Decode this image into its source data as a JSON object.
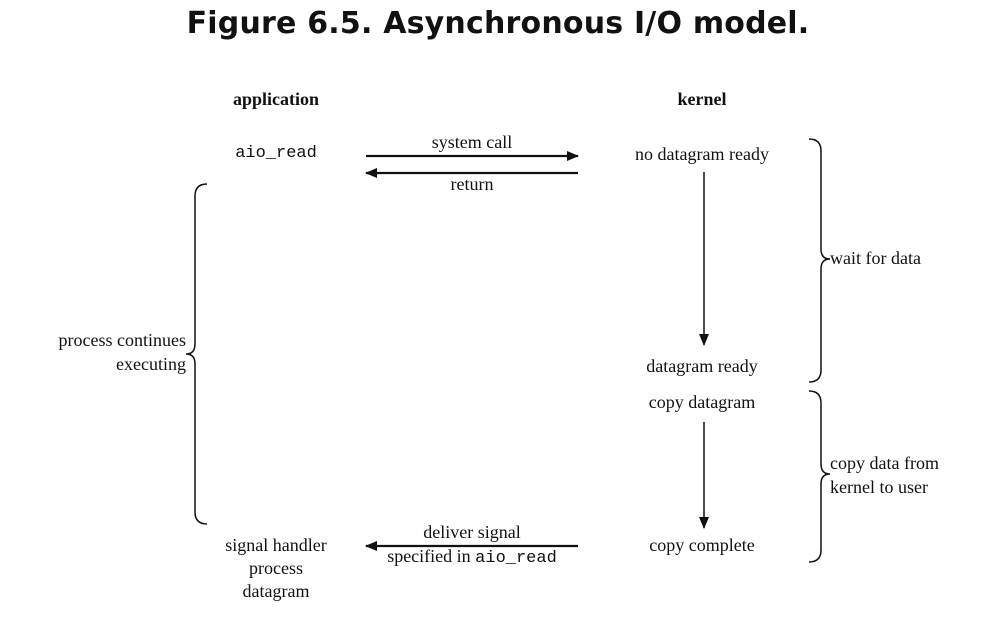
{
  "figure": {
    "title": "Figure 6.5. Asynchronous I/O model."
  },
  "columns": {
    "application": "application",
    "kernel": "kernel"
  },
  "application": {
    "call": "aio_read",
    "process_note_line1": "process continues",
    "process_note_line2": "executing",
    "handler_line1": "signal handler",
    "handler_line2": "process",
    "handler_line3": "datagram"
  },
  "arrows": {
    "system_call": "system call",
    "return": "return",
    "deliver_line1": "deliver signal",
    "deliver_line2_prefix": "specified in ",
    "deliver_line2_code": "aio_read"
  },
  "kernel": {
    "no_datagram": "no datagram ready",
    "datagram_ready": "datagram ready",
    "copy_datagram": "copy datagram",
    "copy_complete": "copy complete"
  },
  "phases": {
    "wait": "wait for data",
    "copy_line1": "copy data from",
    "copy_line2": "kernel to user"
  }
}
